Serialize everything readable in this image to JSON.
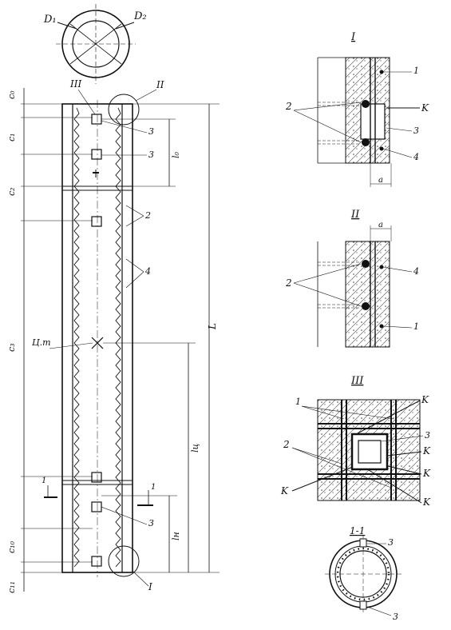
{
  "labels": {
    "d1": "D₁",
    "d2": "D₂",
    "sec_III": "III",
    "sec_II": "II",
    "sec_I": "I",
    "n1": "1",
    "n2": "2",
    "n3": "3",
    "n4": "4",
    "c0": "c₀",
    "c1": "c₁",
    "c2": "c₂",
    "c3": "c₃",
    "c10": "c₁₀",
    "c11": "c₁₁",
    "l0": "l₀",
    "L": "L",
    "lc": "lц",
    "ln": "lн",
    "ct": "Ц.т",
    "K": "K",
    "a": "a",
    "cut": "1-1"
  }
}
